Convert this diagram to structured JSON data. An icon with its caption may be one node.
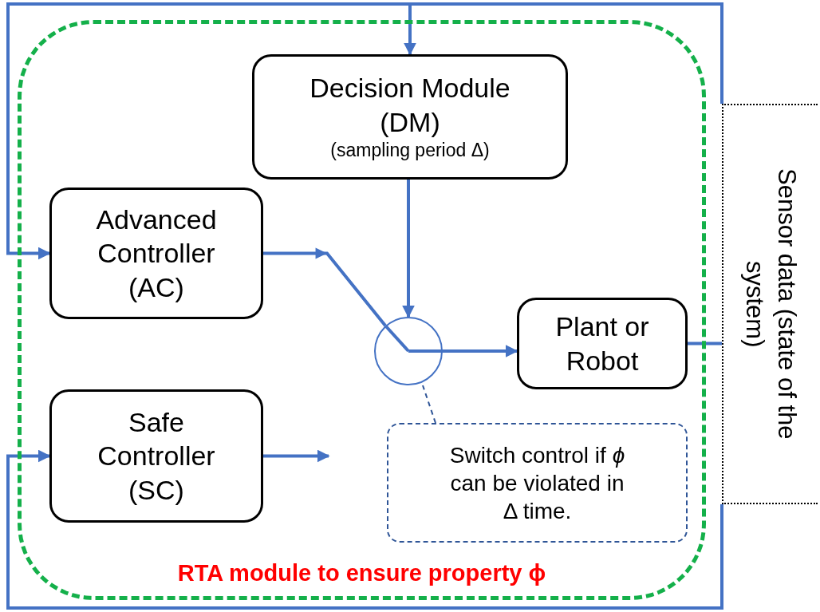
{
  "diagram": {
    "nodes": [
      {
        "text": [
          "RTA module to ensure property ϕ"
        ]
      },
      {
        "text": [
          "Decision Module (DM)",
          "(sampling period Δ)"
        ],
        "in": 0
      },
      {
        "text": [
          "Advanced Controller (AC)"
        ],
        "in": 0
      },
      {
        "text": [],
        "shape": "circle",
        "in": 0
      },
      {
        "text": [
          "Plant or Robot"
        ],
        "in": 0
      },
      {
        "text": [
          "Safe Controller (SC)"
        ],
        "in": 0
      },
      {
        "text": [
          "Switch control if *ϕ* can be violated in Δ time."
        ],
        "in": 0
      },
      {
        "text": [
          "Sensor data (state of the system)"
        ]
      }
    ],
    "edges": [
      {
        "from": 7,
        "to": 1,
        "arrow": "to"
      },
      {
        "from": 7,
        "to": 2,
        "arrow": "to"
      },
      {
        "from": 7,
        "to": 5,
        "arrow": "to"
      },
      {
        "from": 4,
        "to": 7,
        "arrow": "none"
      },
      {
        "from": 1,
        "to": 3,
        "arrow": "to"
      },
      {
        "from": 2,
        "to": 3,
        "arrow": "to"
      },
      {
        "from": 3,
        "to": 4,
        "arrow": "to"
      },
      {
        "from": 5,
        "to": null,
        "arrow": "to"
      },
      {
        "from": 6,
        "to": 3,
        "arrow": "none",
        "style": "dashed",
        "color": "#2f5597"
      }
    ]
  }
}
